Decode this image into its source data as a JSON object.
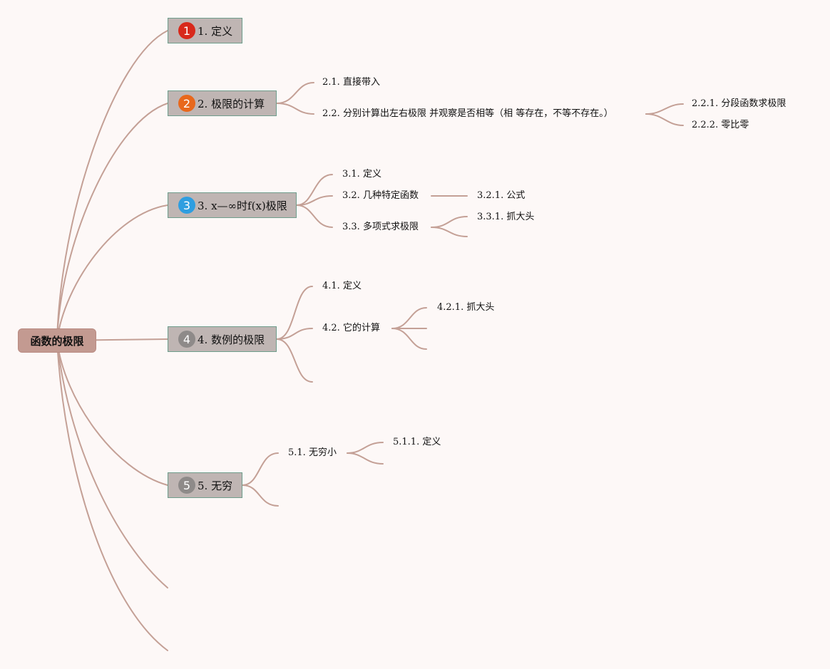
{
  "root": {
    "label": "函数的极限"
  },
  "topics": [
    {
      "marker": "1",
      "marker_color": "#d8291b",
      "label": "1. 定义"
    },
    {
      "marker": "2",
      "marker_color": "#e8681c",
      "label": "2. 极限的计算"
    },
    {
      "marker": "3",
      "marker_color": "#2f9ee0",
      "label": "3. x—∞时f(x)极限"
    },
    {
      "marker": "4",
      "marker_color": "#8e8a89",
      "label": "4. 数例的极限"
    },
    {
      "marker": "5",
      "marker_color": "#8e8a89",
      "label": "5. 无穷"
    }
  ],
  "subtopics": {
    "t2_1": "2.1. 直接带入",
    "t2_2": "2.2. 分别计算出左右极限 并观察是否相等（相 等存在，不等不存在。）",
    "t2_2_1": "2.2.1. 分段函数求极限",
    "t2_2_2": "2.2.2. 零比零",
    "t3_1": "3.1. 定义",
    "t3_2": "3.2. 几种特定函数",
    "t3_2_1": "3.2.1. 公式",
    "t3_3": "3.3. 多项式求极限",
    "t3_3_1": "3.3.1. 抓大头",
    "t4_1": "4.1. 定义",
    "t4_2": "4.2. 它的计算",
    "t4_2_1": "4.2.1. 抓大头",
    "t5_1": "5.1. 无穷小",
    "t5_1_1": "5.1.1. 定义"
  },
  "colors": {
    "background": "#fdf8f7",
    "link": "#c4a096",
    "root_fill": "#c39a91",
    "topic_fill": "#bfb5b3",
    "topic_border": "#6f9d8c"
  }
}
